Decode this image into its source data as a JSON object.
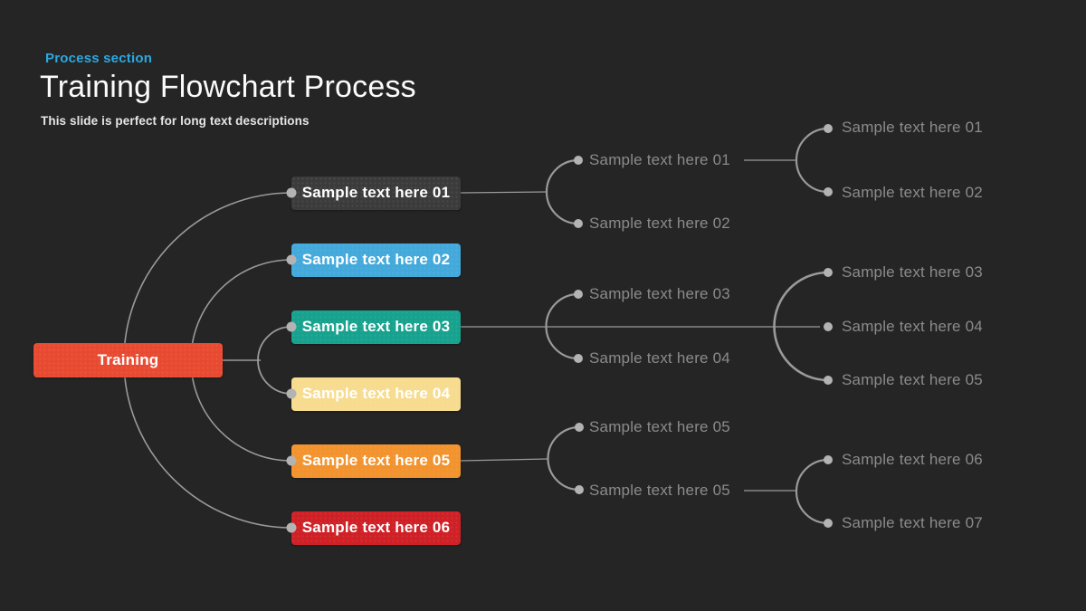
{
  "header": {
    "eyebrow": "Process section",
    "title": "Training Flowchart Process",
    "subtitle": "This slide is perfect for long text descriptions"
  },
  "root": {
    "label": "Training",
    "color": "#e84a31"
  },
  "stages": [
    {
      "label": "Sample text here 01",
      "color": "#3b3b3b"
    },
    {
      "label": "Sample text here 02",
      "color": "#43a9db"
    },
    {
      "label": "Sample text here 03",
      "color": "#17a28e"
    },
    {
      "label": "Sample text here 04",
      "color": "#f7dc8f"
    },
    {
      "label": "Sample text here 05",
      "color": "#f2932e"
    },
    {
      "label": "Sample text here 06",
      "color": "#cf2026"
    }
  ],
  "branches": [
    {
      "tier1": [
        "Sample text here 01",
        "Sample text here 02"
      ],
      "tier2": [
        "Sample text here 01",
        "Sample text here 02"
      ]
    },
    {
      "tier1": [
        "Sample text here 03",
        "Sample text here 04"
      ],
      "tier2": [
        "Sample text here 03",
        "Sample text here 04",
        "Sample text here 05"
      ]
    },
    {
      "tier1": [
        "Sample text here 05",
        "Sample text here 05"
      ],
      "tier2": [
        "Sample text here 06",
        "Sample text here 07"
      ]
    }
  ],
  "colors": {
    "background": "#252525",
    "connector": "#9a9a9a",
    "dot": "#b3b3b3",
    "leaf_text": "#8b8b8b",
    "eyebrow_text": "#2ba9e0"
  }
}
